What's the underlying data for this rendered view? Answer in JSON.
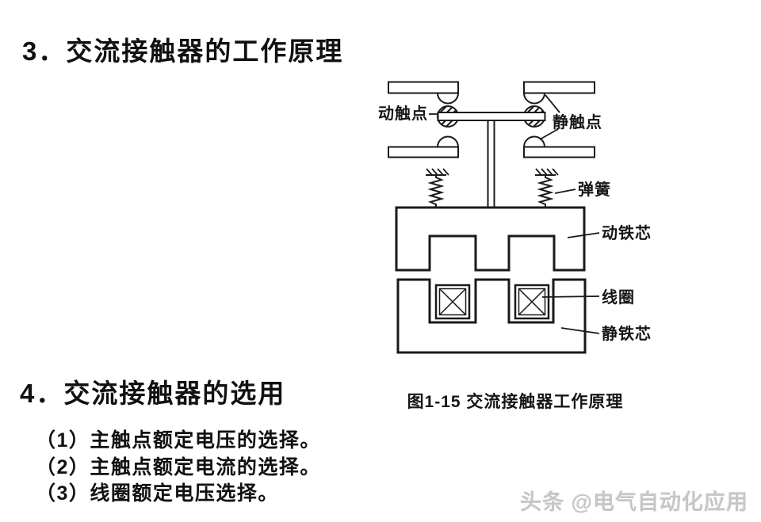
{
  "page": {
    "background": "#ffffff",
    "ink_color": "#111111",
    "diagram_line_color": "#1a1a1a",
    "watermark_color": "#c6c6c6"
  },
  "sections": {
    "section3_title": "3．交流接触器的工作原理",
    "section4_title": "4．交流接触器的选用",
    "items": [
      "（1）主触点额定电压的选择。",
      "（2）主触点额定电流的选择。",
      "（3）线圈额定电压选择。"
    ]
  },
  "figure": {
    "caption": "图1-15 交流接触器工作原理",
    "labels": {
      "moving_contact": "动触点",
      "static_contact": "静触点",
      "spring": "弹簧",
      "moving_core": "动铁芯",
      "coil": "线圈",
      "static_core": "静铁芯"
    }
  },
  "watermark": "头条 @电气自动化应用"
}
